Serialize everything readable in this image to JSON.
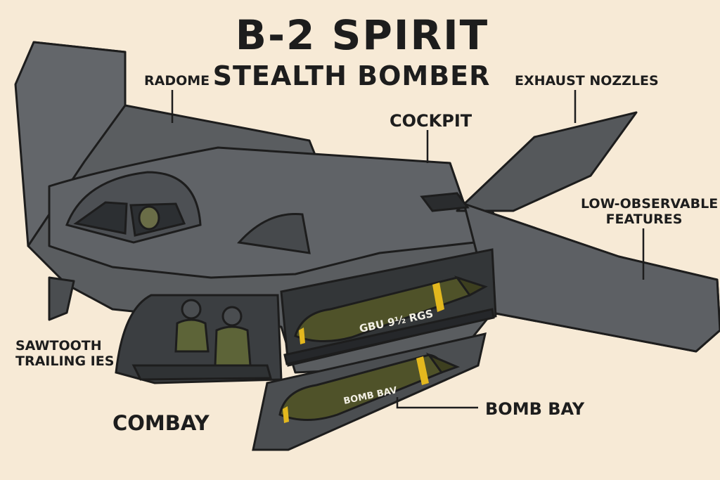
{
  "title": {
    "line1": "B-2 SPIRIT",
    "line2": "STEALTH BOMBER"
  },
  "labels": {
    "radome": "RADOME",
    "cockpit": "COCKPIT",
    "exhaust_nozzles": "EXHAUST NOZZLES",
    "low_observable_line1": "LOW-OBSERVABLE",
    "low_observable_line2": "FEATURES",
    "sawtooth_line1": "SAWTOOTH",
    "sawtooth_line2": "TRAILING IES",
    "combay": "COMBAY",
    "bomb_bay": "BOMB BAY"
  },
  "bomb_markings": {
    "upper": "GBU 9½ RGS",
    "lower": "BOMB BAV"
  },
  "colors": {
    "background": "#f7ead6",
    "airframe": "#5a5d60",
    "airframe_dark": "#3b3e41",
    "bomb": "#4f5229",
    "bomb_band": "#e3b81e",
    "crew_suit": "#5d6438",
    "outline": "#1d1d1d"
  }
}
